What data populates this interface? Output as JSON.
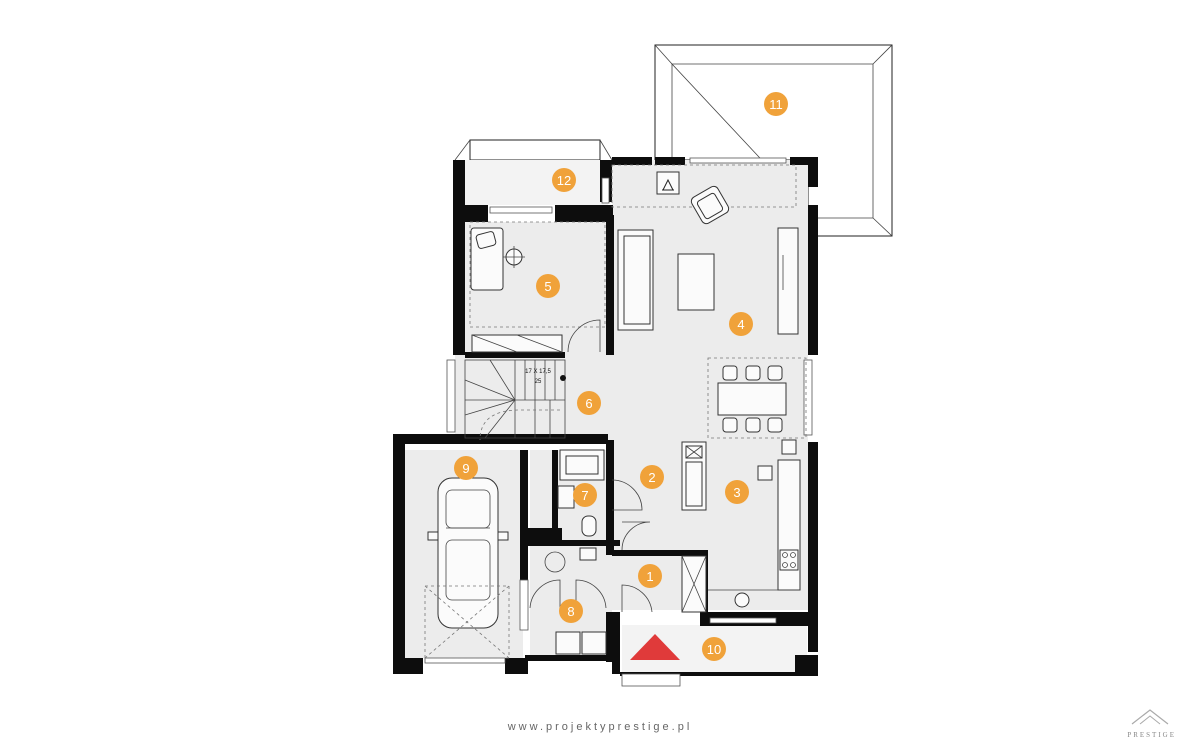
{
  "rooms": [
    {
      "number": "1"
    },
    {
      "number": "2"
    },
    {
      "number": "3"
    },
    {
      "number": "4"
    },
    {
      "number": "5"
    },
    {
      "number": "6"
    },
    {
      "number": "7"
    },
    {
      "number": "8"
    },
    {
      "number": "9"
    },
    {
      "number": "10"
    },
    {
      "number": "11"
    },
    {
      "number": "12"
    }
  ],
  "stairs": {
    "dimensions": "17 X 17,5",
    "count": "25"
  },
  "footer": {
    "website": "www.projektyprestige.pl",
    "brand": "PRESTIGE"
  },
  "colors": {
    "marker": "#f0a23a",
    "entrance_arrow": "#e03a3a",
    "walls": "#0d0d0d",
    "floor": "#ececec"
  },
  "icons": [
    "entrance-arrow-icon",
    "car-icon",
    "fireplace-icon",
    "stove-icon"
  ]
}
